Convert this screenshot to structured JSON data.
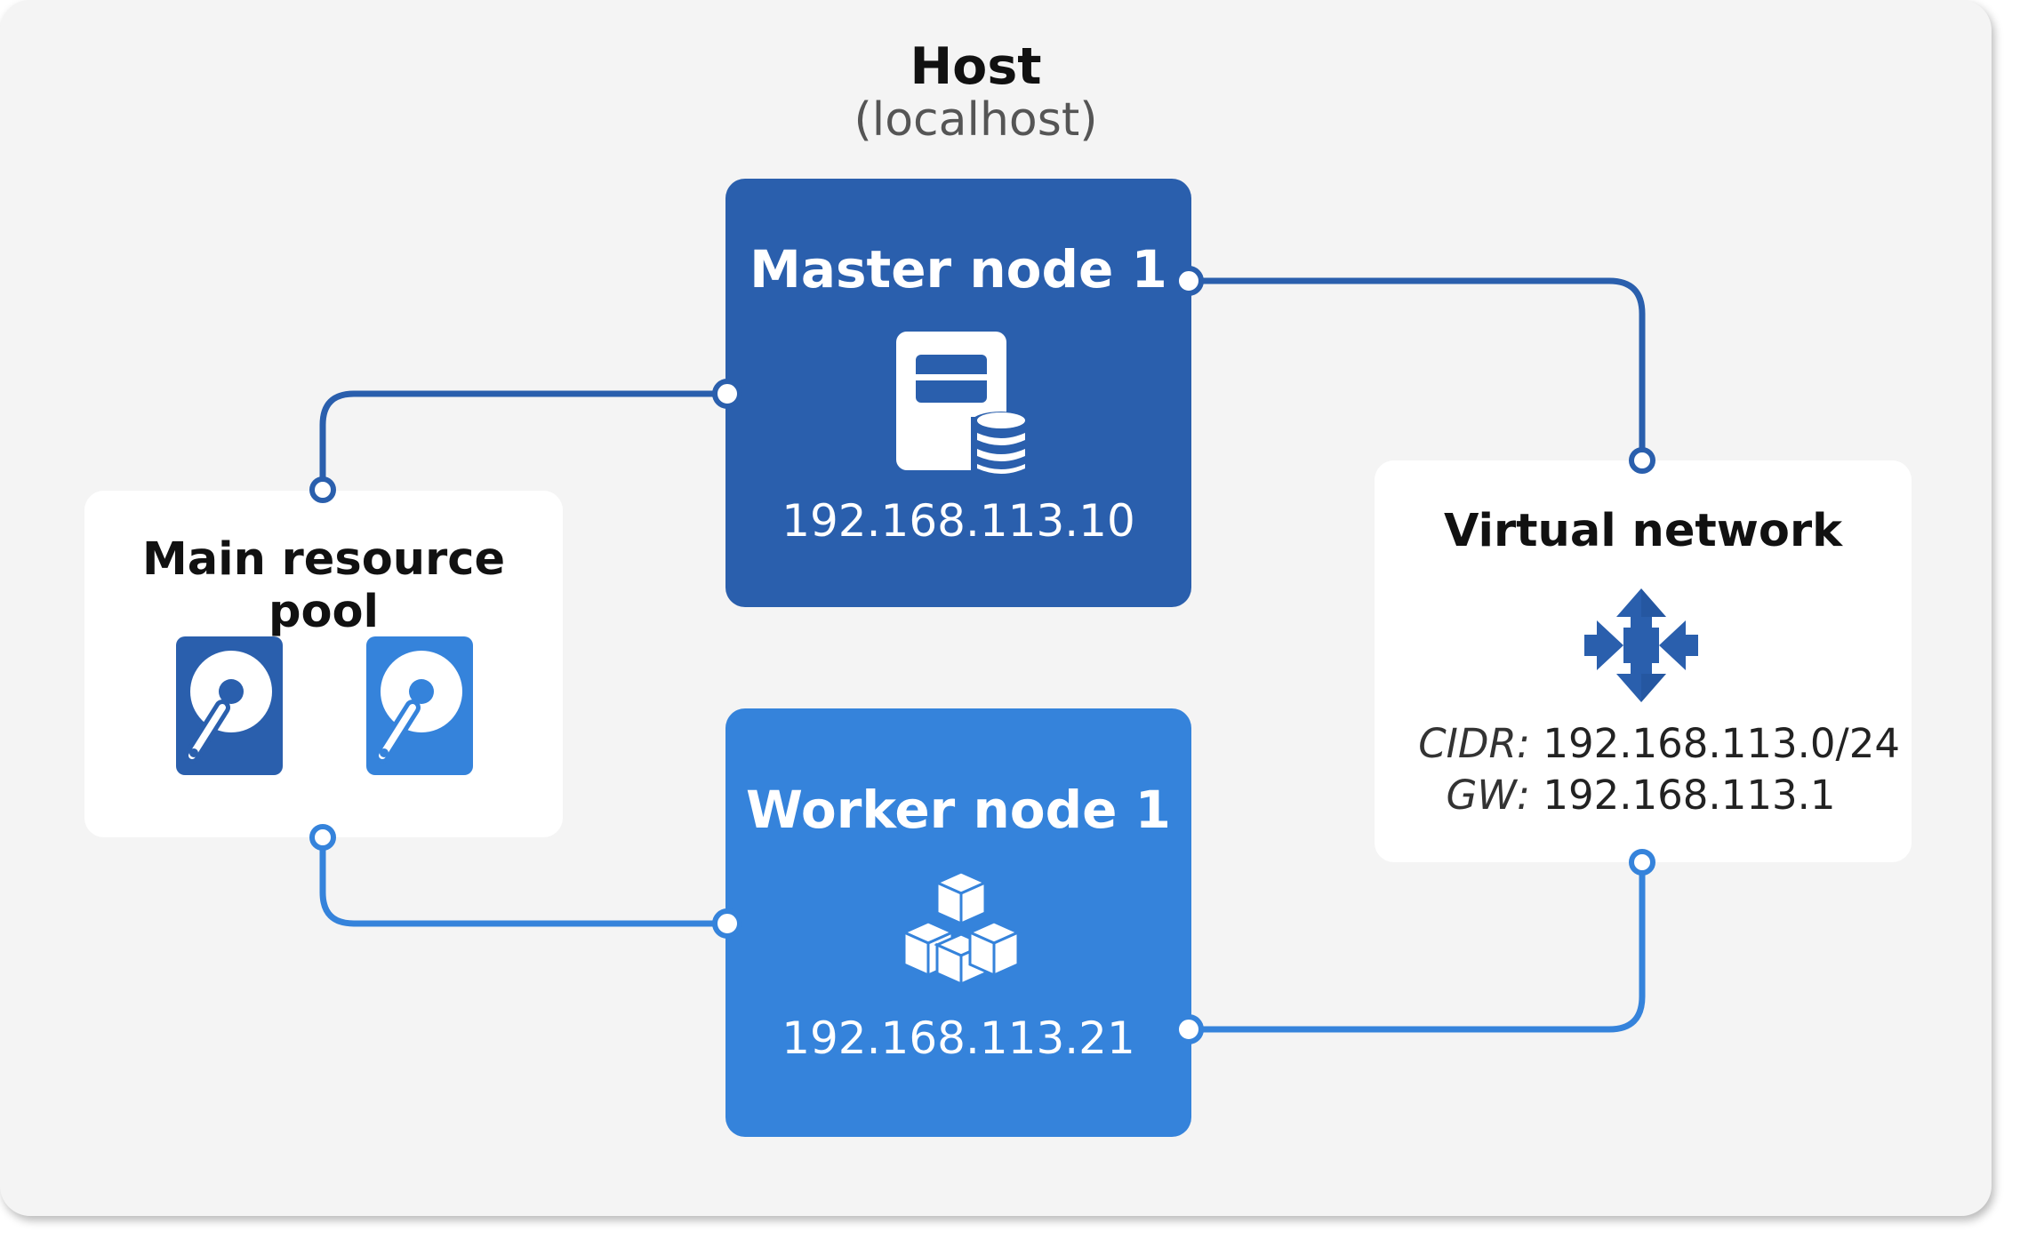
{
  "host": {
    "title": "Host",
    "subtitle": "(localhost)"
  },
  "master_node": {
    "title": "Master node 1",
    "ip": "192.168.113.10",
    "icon": "server-database-icon",
    "color": "#2a5fad"
  },
  "worker_node": {
    "title": "Worker node 1",
    "ip": "192.168.113.21",
    "icon": "cubes-icon",
    "color": "#3583db"
  },
  "resource_pool": {
    "title": "Main resource pool",
    "disks": [
      {
        "icon": "hard-disk-icon",
        "color": "#2a5fad"
      },
      {
        "icon": "hard-disk-icon",
        "color": "#3583db"
      }
    ]
  },
  "virtual_network": {
    "title": "Virtual network",
    "icon": "router-arrows-icon",
    "cidr_label": "CIDR:",
    "cidr_value": "192.168.113.0/24",
    "gw_label": "GW:",
    "gw_value": "192.168.113.1"
  }
}
